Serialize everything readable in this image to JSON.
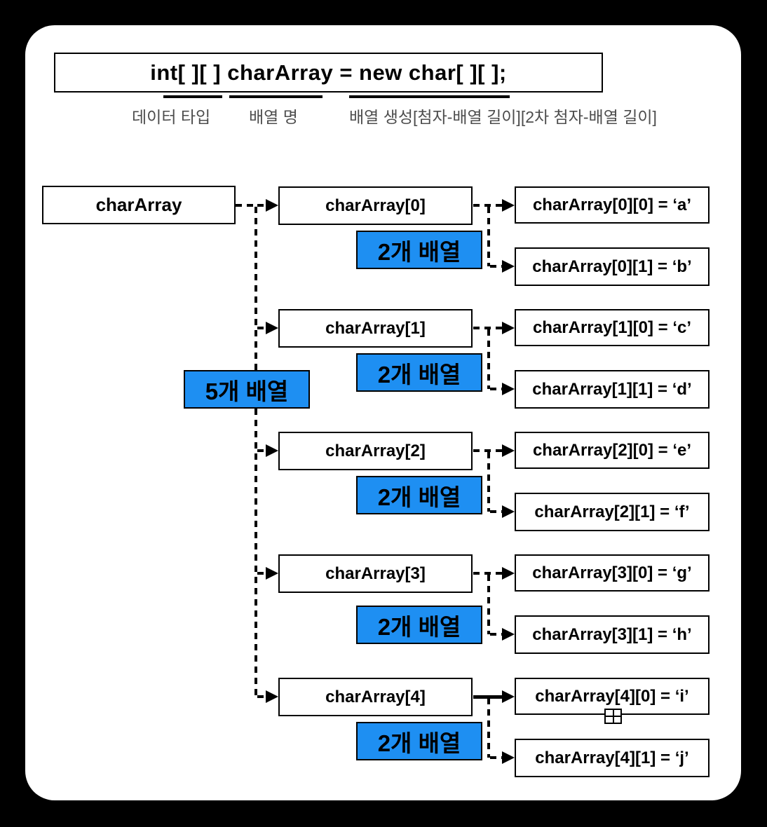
{
  "colors": {
    "badge_blue": "#1E8FF2",
    "annotation_gray": "#4D4D4D",
    "panel_bg": "#FFFFFF",
    "page_bg": "#000000"
  },
  "code_banner": {
    "code": "int[ ][ ] charArray = new char[ ][ ];",
    "annotations": [
      {
        "label": "데이터 타입"
      },
      {
        "label": "배열 명"
      },
      {
        "label": "배열 생성[첨자-배열 길이][2차 첨자-배열 길이]"
      }
    ]
  },
  "root_box": {
    "label": "charArray"
  },
  "outer_count_badge": {
    "label": "5개 배열"
  },
  "rows": [
    {
      "pointer": "charArray[0]",
      "count_badge": "2개 배열",
      "elements": [
        "charArray[0][0] = ‘a’",
        "charArray[0][1] = ‘b’"
      ]
    },
    {
      "pointer": "charArray[1]",
      "count_badge": "2개 배열",
      "elements": [
        "charArray[1][0] = ‘c’",
        "charArray[1][1] = ‘d’"
      ]
    },
    {
      "pointer": "charArray[2]",
      "count_badge": "2개 배열",
      "elements": [
        "charArray[2][0] = ‘e’",
        "charArray[2][1] = ‘f’"
      ]
    },
    {
      "pointer": "charArray[3]",
      "count_badge": "2개 배열",
      "elements": [
        "charArray[3][0] = ‘g’",
        "charArray[3][1] = ‘h’"
      ]
    },
    {
      "pointer": "charArray[4]",
      "count_badge": "2개 배열",
      "elements": [
        "charArray[4][0] = ‘i’",
        "charArray[4][1] = ‘j’"
      ]
    }
  ],
  "cursor": {
    "icon": "crosshair-plus-icon"
  }
}
